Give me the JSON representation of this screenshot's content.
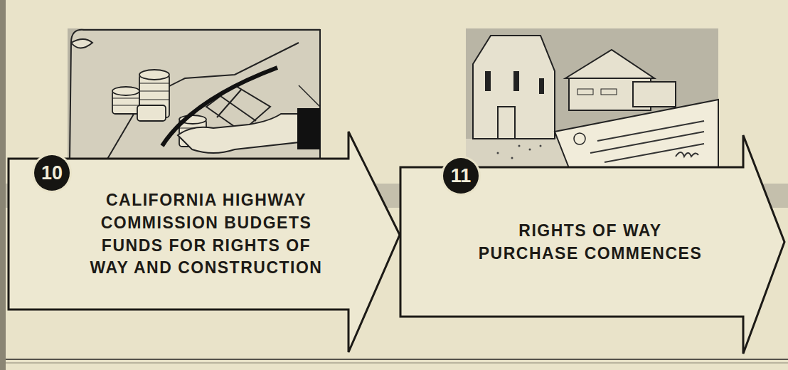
{
  "diagram": {
    "nodes": [
      {
        "text": [
          "CALIFORNIA HIGHWAY COMMISSION BUDGETS FUNDS FOR RIGHTS OF WAY AND CONSTRUCTION"
        ]
      },
      {
        "text": [
          "RIGHTS OF WAY PURCHASE COMMENCES"
        ]
      }
    ],
    "labels": [
      "10",
      "11"
    ]
  }
}
